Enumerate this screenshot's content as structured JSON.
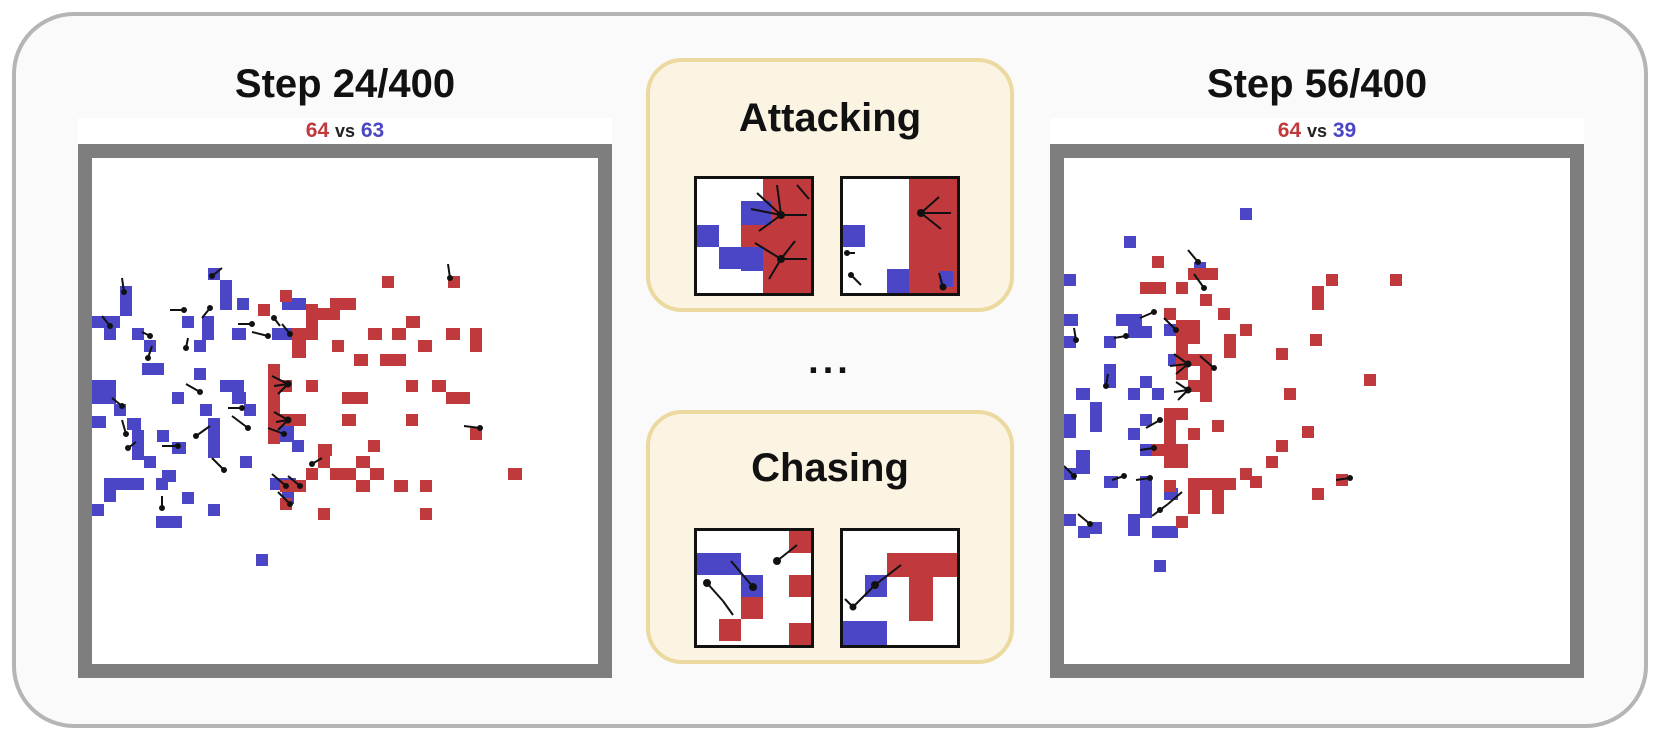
{
  "colors": {
    "red_team": "#c0393c",
    "blue_team": "#4a46c6",
    "wall": "#7e7e7e",
    "card_fill": "#fcf4e3",
    "card_border": "#ecd9a0"
  },
  "left_panel": {
    "title": "Step 24/400",
    "score_red": "64",
    "score_vs": "vs",
    "score_blue": "63"
  },
  "right_panel": {
    "title": "Step 56/400",
    "score_red": "64",
    "score_vs": "vs",
    "score_blue": "39"
  },
  "attacking_card": {
    "title": "Attacking"
  },
  "chasing_card": {
    "title": "Chasing"
  },
  "ellipsis": "..."
}
